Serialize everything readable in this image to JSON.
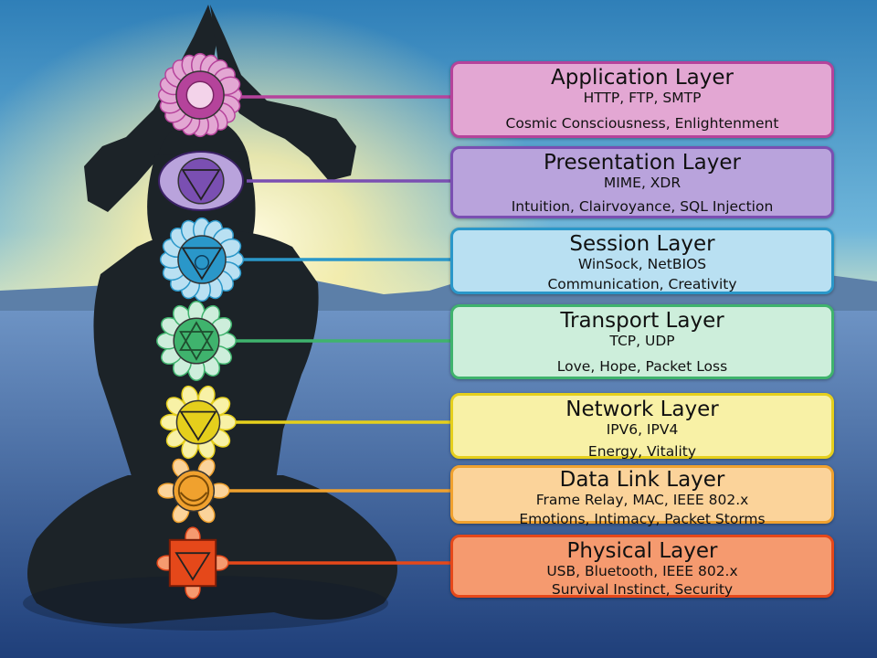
{
  "layers": [
    {
      "title": "Application Layer",
      "protocols": "HTTP, FTP, SMTP",
      "traits": "Cosmic Consciousness, Enlightenment",
      "color": "#b5439b",
      "fill": "#e3a7d3",
      "chakra": "lotus-crown-icon"
    },
    {
      "title": "Presentation Layer",
      "protocols": "MIME, XDR",
      "traits": "Intuition, Clairvoyance, SQL Injection",
      "color": "#7a4fb2",
      "fill": "#b9a3dc",
      "chakra": "third-eye-icon"
    },
    {
      "title": "Session Layer",
      "protocols": "WinSock, NetBIOS",
      "traits": "Communication, Creativity",
      "color": "#2a97c9",
      "fill": "#b9e0f2",
      "chakra": "throat-chakra-icon"
    },
    {
      "title": "Transport Layer",
      "protocols": "TCP, UDP",
      "traits": "Love, Hope, Packet Loss",
      "color": "#3fb36d",
      "fill": "#cdeedb",
      "chakra": "heart-chakra-icon"
    },
    {
      "title": "Network Layer",
      "protocols": "IPV6, IPV4",
      "traits": "Energy, Vitality",
      "color": "#e5cf1c",
      "fill": "#f8f1a6",
      "chakra": "solar-plexus-chakra-icon"
    },
    {
      "title": "Data Link Layer",
      "protocols": "Frame Relay, MAC, IEEE 802.x",
      "traits": "Emotions, Intimacy, Packet Storms",
      "color": "#f0a12e",
      "fill": "#fbd39a",
      "chakra": "sacral-chakra-icon"
    },
    {
      "title": "Physical Layer",
      "protocols": "USB, Bluetooth, IEEE 802.x",
      "traits": "Survival Instinct, Security",
      "color": "#e5481a",
      "fill": "#f59a6f",
      "chakra": "root-chakra-icon"
    }
  ]
}
